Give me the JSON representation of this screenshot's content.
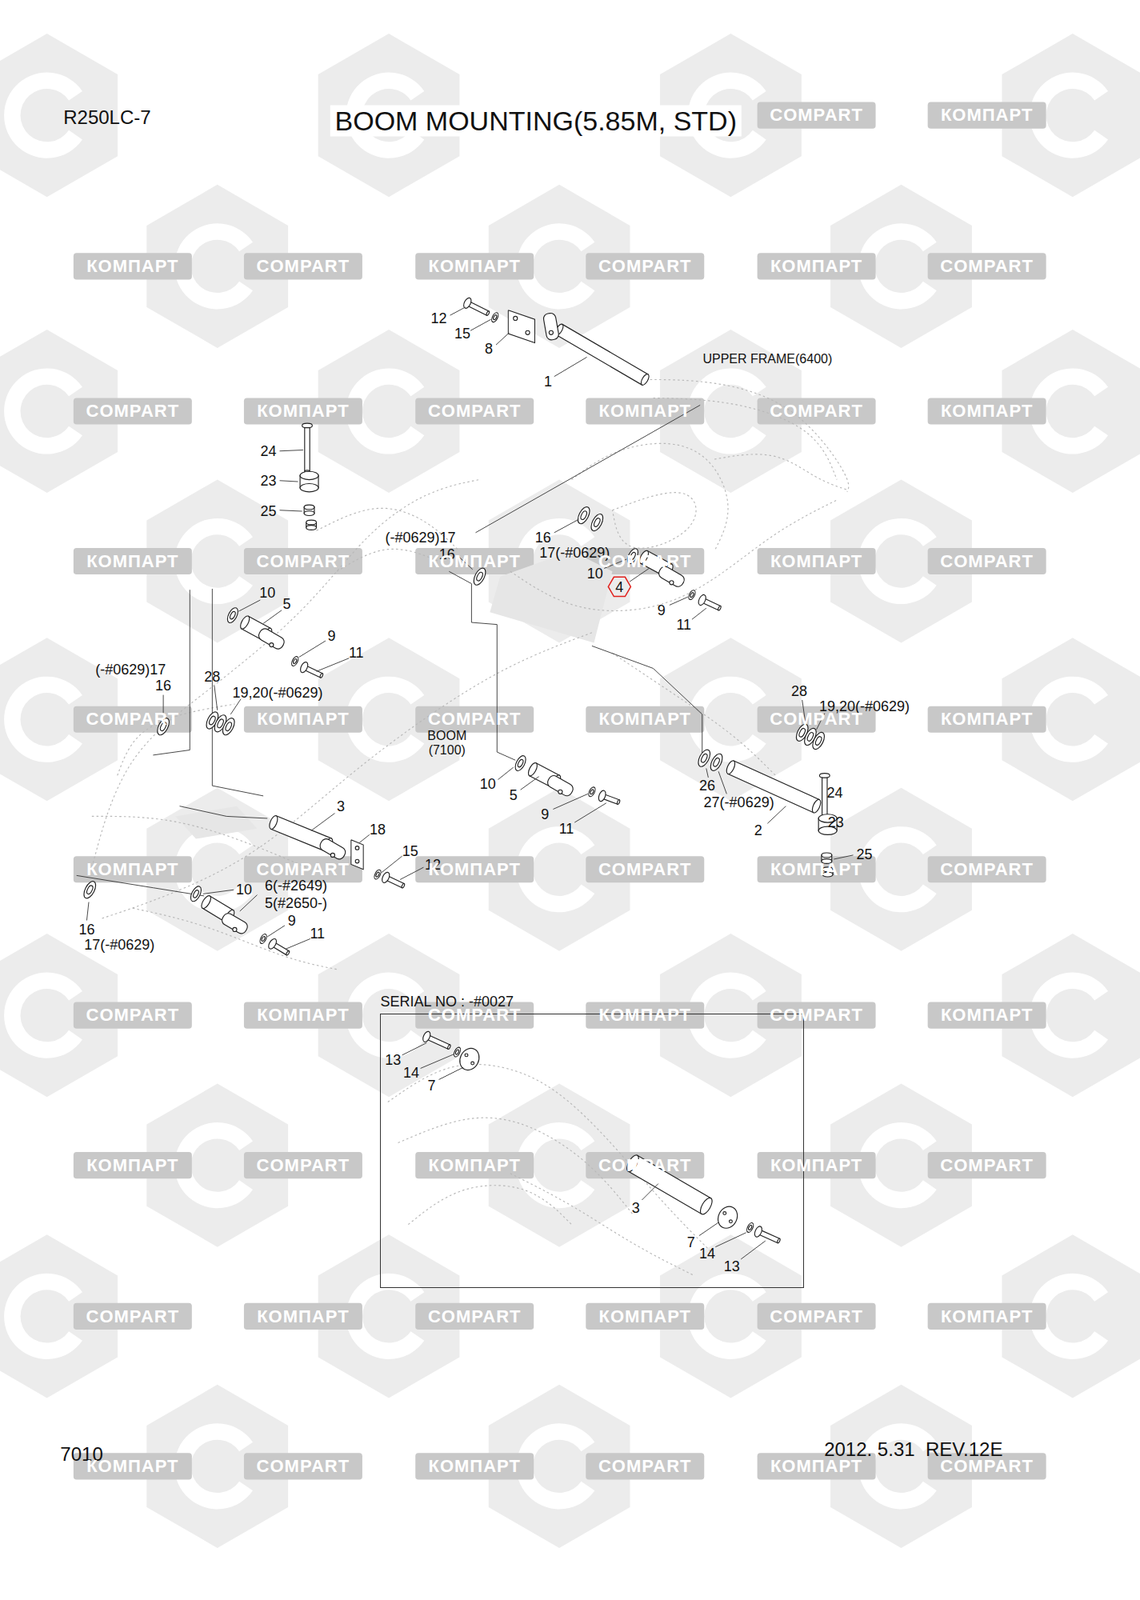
{
  "diagram": {
    "title": "BOOM MOUNTING(5.85M, STD)",
    "nodes": [
      {
        "text": [
          "SERIAL NO : -#0027"
        ]
      }
    ],
    "labels": [
      "R250LC-7",
      "12",
      "15",
      "8",
      "UPPER FRAME(6400)",
      "1",
      "24",
      "23",
      "25",
      "(-#0629)17",
      "16",
      "16",
      "17(-#0629)",
      "10",
      "4",
      "10",
      "5",
      "9",
      "11",
      "9",
      "11",
      "(-#0629)17",
      "28",
      "16",
      "19,20(-#0629)",
      "28",
      "19,20(-#0629)",
      "BOOM (7100)",
      "10",
      "26",
      "24",
      "5",
      "27(-#0629)",
      "3",
      "9",
      "23",
      "11",
      "18",
      "2",
      "15",
      "25",
      "12",
      "6(-#2649)",
      "10",
      "5(#2650-)",
      "9",
      "16",
      "11",
      "17(-#0629)",
      "13",
      "14",
      "7",
      "3",
      "7",
      "14",
      "13",
      "7010",
      "2012. 5.31  REV.12E",
      "COMPART",
      "КОМПАРТ",
      "КОМПАРТ",
      "COMPART",
      "КОМПАРТ",
      "COMPART",
      "КОМПАРТ",
      "COMPART",
      "COMPART",
      "КОМПАРТ",
      "COMPART",
      "КОМПАРТ",
      "COMPART",
      "КОМПАРТ",
      "КОМПАРТ",
      "COMPART",
      "КОМПАРТ",
      "COMPART",
      "КОМПАРТ",
      "COMPART",
      "COMPART",
      "КОМПАРТ",
      "COMPART",
      "КОМПАРТ",
      "COMPART",
      "КОМПАРТ",
      "КОМПАРТ",
      "COMPART",
      "КОМПАРТ",
      "COMPART",
      "КОМПАРТ",
      "COMPART",
      "COMPART",
      "КОМПАРТ",
      "COMPART",
      "КОМПАРТ",
      "COMPART",
      "КОМПАРТ",
      "КОМПАРТ",
      "COMPART",
      "КОМПАРТ",
      "COMPART",
      "КОМПАРТ",
      "COMPART",
      "COMPART",
      "КОМПАРТ",
      "COMPART",
      "КОМПАРТ",
      "COMPART",
      "КОМПАРТ",
      "КОМПАРТ",
      "COMPART",
      "КОМПАРТ",
      "COMPART",
      "КОМПАРТ",
      "COMPART"
    ]
  }
}
